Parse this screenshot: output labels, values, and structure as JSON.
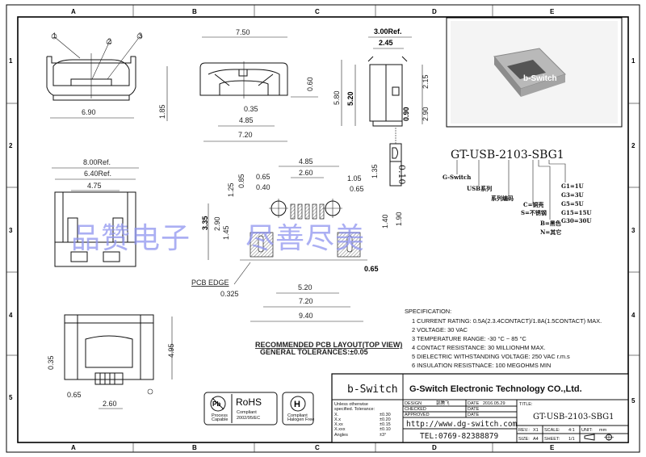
{
  "frame": {
    "columns": [
      "A",
      "B",
      "C",
      "D",
      "E"
    ],
    "rows": [
      "1",
      "2",
      "3",
      "4",
      "5"
    ]
  },
  "front_view": {
    "callouts": [
      "1",
      "2",
      "3"
    ],
    "dims": {
      "width": "6.90",
      "height": "1.85"
    }
  },
  "top_front_view": {
    "dims": {
      "overall": "7.50",
      "h1": "0.60",
      "gap": "0.35",
      "inner": "4.85",
      "bottom": "7.20"
    }
  },
  "side_view": {
    "dims": {
      "ref": "3.00Ref.",
      "inner": "2.45",
      "total_h": "5.80",
      "body_h": "5.20",
      "upper": "2.15",
      "lower": "2.90",
      "step": "0.90"
    },
    "flatness": "0.10"
  },
  "bottom_view": {
    "dims": {
      "ref1": "8.00Ref.",
      "ref2": "6.40Ref.",
      "inner": "4.75"
    }
  },
  "rear_view": {
    "dims": {
      "left_h": "0.35",
      "height": "4.95",
      "pin_off": "0.65",
      "pins_w": "2.60"
    }
  },
  "pcb_layout": {
    "dims": {
      "top_span": "4.85",
      "pins_span": "2.60",
      "pad_w": "0.65",
      "pitch": "0.40",
      "hole_off": "1.05",
      "hole_w": "0.65",
      "h125": "1.25",
      "h085": "0.85",
      "h135": "1.35",
      "h335": "3.35",
      "h290": "2.90",
      "h145": "1.45",
      "h140": "1.40",
      "h190": "1.90",
      "pad065": "0.65",
      "w520": "5.20",
      "w0325": "0.325",
      "w720": "7.20",
      "w940": "9.40"
    },
    "edge_label": "PCB EDGE",
    "caption": "RECOMMENDED PCB LAYOUT(TOP VIEW)",
    "tolerance": "GENERAL TOLERANCES:±0.05"
  },
  "watermark": {
    "left": "品赞电子",
    "right": "尽善尽美"
  },
  "photo": {
    "brand": "b-Switch"
  },
  "part_code": {
    "number": "GT-USB-2103-SBG1",
    "legend": [
      "G-Switch",
      "USB系列",
      "系列编码",
      "C=铜壳",
      "S=不锈钢",
      "B=黑色",
      "N=其它"
    ],
    "gold_options": [
      "G1=1U",
      "G3=3U",
      "G5=5U",
      "G15=15U",
      "G30=30U"
    ]
  },
  "specification": {
    "heading": "SPECIFICATION:",
    "items": [
      "1  CURRENT RATING: 0.5A(2.3.4CONTACT)/1.8A(1.5CONTACT) MAX.",
      "2  VOLTAGE: 30 VAC",
      "3  TEMPERATURE RANGE: -30 °C ~ 85 °C",
      "4  CONTACT RESISTANCE: 30 MILLIONHM MAX.",
      "5  DIELECTRIC WITHSTANDING VOLTAGE: 250 VAC r.m.s",
      "6  INSULATION RESISTNACE: 100 MEGOHMS MIN"
    ]
  },
  "badges": {
    "pb": {
      "symbol": "Pb",
      "caption1": "Process",
      "caption2": "Capable"
    },
    "rohs": {
      "title": "RoHS",
      "line1": "Compliant",
      "line2": "2002/95/EC"
    },
    "halogen": {
      "symbol": "H",
      "line1": "Compliant",
      "line2": "Halogen Free"
    }
  },
  "title_block": {
    "logo": "b-Switch",
    "company": "G-Switch Electronic Technology CO.,Ltd.",
    "tolerance_heading": [
      "Unless otherwise",
      "specified. Tolerance:"
    ],
    "tolerances": [
      {
        "k": "X.",
        "v": "±0.30"
      },
      {
        "k": "X.x",
        "v": "±0.20"
      },
      {
        "k": "X.xx",
        "v": "±0.15"
      },
      {
        "k": "X.xxx",
        "v": "±0.10"
      },
      {
        "k": "Angles",
        "v": "±3°"
      }
    ],
    "design_label": "DESIGN",
    "designer": "郭腾飞",
    "date_label": "DATE",
    "design_date": "2016.05.29",
    "checked_label": "CHECKED",
    "approved_label": "APPROVED",
    "url": "http://www.dg-switch.com",
    "tel": "TEL:0769-82388879",
    "title_label": "TITLE:",
    "title": "GT-USB-2103-SBG1",
    "rev_label": "REV.:",
    "rev": "X1",
    "scale_label": "SCALE:",
    "scale": "4:1",
    "unit_label": "UNIT:",
    "unit": "mm",
    "size_label": "SIZE:",
    "size": "A4",
    "sheet_label": "SHEET:",
    "sheet": "1/1"
  }
}
